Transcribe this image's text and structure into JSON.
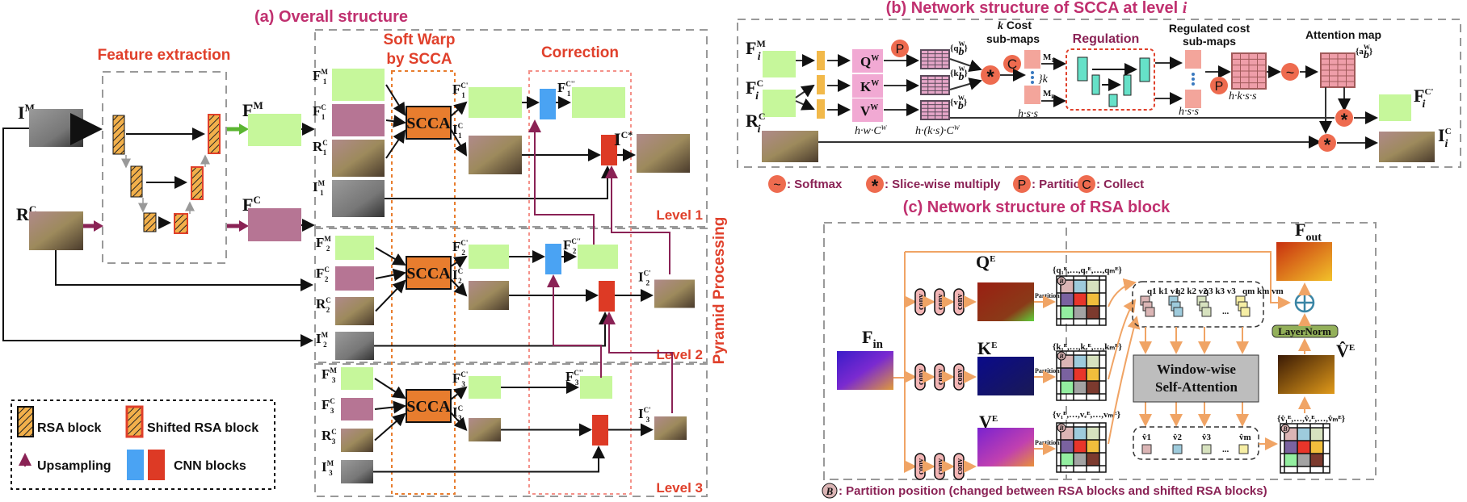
{
  "panel_a": {
    "title": "(a) Overall structure",
    "feature_extraction": "Feature extraction",
    "soft_warp_line1": "Soft Warp",
    "soft_warp_line2": "by SCCA",
    "correction": "Correction",
    "pyramid": "Pyramid Processing",
    "levels": [
      "Level 1",
      "Level 2",
      "Level 3"
    ],
    "inputs": {
      "im": "I",
      "im_sup": "M",
      "rc": "R",
      "rc_sup": "C"
    },
    "features": {
      "fm": "F",
      "fm_sup": "M",
      "fc": "F",
      "fc_sup": "C"
    },
    "scca_label": "SCCA",
    "output": {
      "base": "I",
      "sup": "C*"
    },
    "level_labels": {
      "fm": "F",
      "fm_sup": "M",
      "fc": "F",
      "fc_sup": "C",
      "rc": "R",
      "rc_sup": "C",
      "im": "I",
      "im_sup": "M",
      "fcp": "F",
      "fcp_sup": "C'",
      "ic": "I",
      "ic_sup": "C",
      "fcpp": "F",
      "fcpp_sup": "C''",
      "icp": "I",
      "icp_sup": "C'",
      "subs": [
        "1",
        "2",
        "3"
      ]
    },
    "legend": {
      "rsa": "RSA block",
      "shifted_rsa": "Shifted RSA block",
      "upsampling": "Upsampling",
      "cnn": "CNN blocks"
    }
  },
  "panel_b": {
    "title": "(b) Network structure of SCCA at level i",
    "fm": "F",
    "fm_sup": "M",
    "fc": "F",
    "fc_sup": "C",
    "rc": "R",
    "rc_sup": "C",
    "sub_i": "i",
    "qw": "Q",
    "kw": "K",
    "vw": "V",
    "w_sup": "W",
    "dim1": "h·w·C",
    "dim1_sup": "W",
    "dim2": "h·(k·s)·C",
    "dim2_sup": "W",
    "qset": "{q",
    "kset": "{k",
    "vset": "{v",
    "set_sup": "W",
    "set_sub": "b",
    "set_close": "}",
    "cost_header_k": "k",
    "cost_header_1": "Cost",
    "cost_header_2": "sub-maps",
    "m1": "M",
    "m1_sub": "1",
    "mk": "M",
    "mk_sub": "k",
    "brace_k": "}k",
    "hss": "h·s·s",
    "regulation": "Regulation",
    "regulated_1": "Regulated cost",
    "regulated_2": "sub-maps",
    "hkss": "h·k·s·s",
    "attention_map": "Attention map",
    "aset": "{a",
    "aset_sup": "W",
    "aset_sub": "b",
    "fcp": "F",
    "fcp_sup": "C'",
    "ic": "I",
    "ic_sup": "C",
    "ops": {
      "softmax_glyph": "~",
      "multiply_glyph": "*",
      "partition_glyph": "P",
      "collect_glyph": "C"
    },
    "legend": [
      {
        "glyph": "~",
        "label": ": Softmax"
      },
      {
        "glyph": "*",
        "label": ": Slice-wise multiply"
      },
      {
        "glyph": "P",
        "label": ": Partition"
      },
      {
        "glyph": "C",
        "label": ": Collect"
      }
    ]
  },
  "panel_c": {
    "title": "(c) Network structure of RSA block",
    "fin": "F",
    "fin_sub": "in",
    "fout": "F",
    "fout_sub": "out",
    "conv": "conv",
    "qe": "Q",
    "ke": "K",
    "ve": "V",
    "e_sup": "E",
    "partition": "Partition",
    "qset": "{q₁ᴱ,…,qₑᴱ,…,qₘᴱ}",
    "kset": "{k₁ᴱ,…,kₑᴱ,…,kₘᴱ}",
    "vset": "{v₁ᴱ,…,vₑᴱ,…,vₘᴱ}",
    "vhatset": "{v̂₁ᴱ,…,v̂ₑᴱ,…,v̂ₘᴱ}",
    "qkv_groups": [
      "1",
      "2",
      "3",
      "m"
    ],
    "ellipsis": "...",
    "wsa_1": "Window-wise",
    "wsa_2": "Self-Attention",
    "layernorm": "LayerNorm",
    "vhat": "V̂",
    "vhat_sup": "E",
    "b_glyph": "B",
    "footnote": ": Partition position (changed between RSA blocks and shifted RSA blocks)",
    "grid_colors": [
      "#dbb5b5",
      "#9ecbdc",
      "#d7e2bf",
      "#7a62a0",
      "#e8352a",
      "#f1be3c",
      "#93eea0",
      "#a3a3a3",
      "#7c3a2e"
    ]
  },
  "colors": {
    "title": "#c0306f",
    "section_red": "#e0402b",
    "green_feature": "#c6f79b",
    "pink_feature": "#b67594",
    "scca_orange": "#e87d2e",
    "cnn_blue": "#4aa3f3",
    "cnn_red": "#dd3a25",
    "upsample_purple": "#8a2255",
    "op_circle": "#ee6b4f",
    "teal_block": "#66e1c8",
    "orange_line": "#f0a465"
  }
}
